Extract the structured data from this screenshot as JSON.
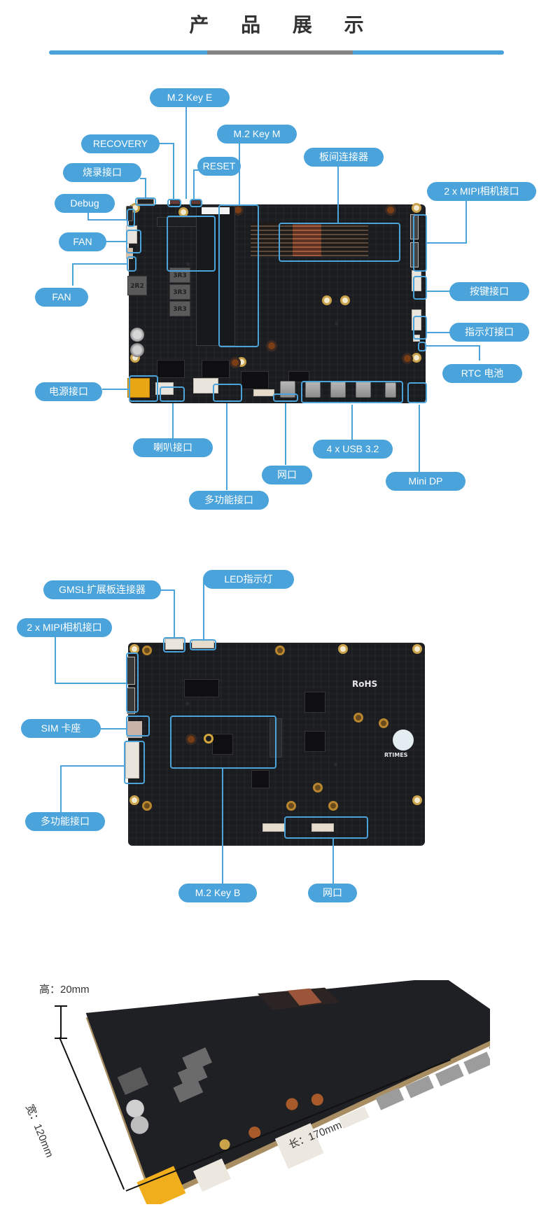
{
  "page_title": "产 品 展 示",
  "colors": {
    "accent": "#4aa3da",
    "divider_mid": "#848484",
    "pcb": "#1b1c1f",
    "title_text": "#333333"
  },
  "top_view": {
    "labels": {
      "m2_key_e": "M.2 Key E",
      "m2_key_m": "M.2 Key M",
      "recovery": "RECOVERY",
      "reset": "RESET",
      "flash_port": "烧录接口",
      "debug": "Debug",
      "fan_1": "FAN",
      "fan_2": "FAN",
      "board_to_board": "板间连接器",
      "mipi_camera": "2 x MIPI相机接口",
      "button_port": "按键接口",
      "indicator_port": "指示灯接口",
      "rtc_battery": "RTC 电池",
      "power_port": "电源接口",
      "speaker_port": "喇叭接口",
      "usb": "4 x USB 3.2",
      "ethernet": "网口",
      "multi_function": "多功能接口",
      "mini_dp": "Mini DP"
    },
    "inductor_labels": [
      "2R2",
      "3R3",
      "3R3",
      "3R3"
    ]
  },
  "bottom_view": {
    "labels": {
      "led": "LED指示灯",
      "gmsl": "GMSL扩展板连接器",
      "mipi_camera": "2 x MIPI相机接口",
      "sim": "SIM 卡座",
      "multi_function": "多功能接口",
      "m2_key_b": "M.2 Key B",
      "ethernet": "网口"
    },
    "markings": {
      "rohs": "RoHS",
      "brand": "RTIMES"
    }
  },
  "dimensions": {
    "height": "高：20mm",
    "width": "宽：120mm",
    "length": "长：170mm"
  }
}
